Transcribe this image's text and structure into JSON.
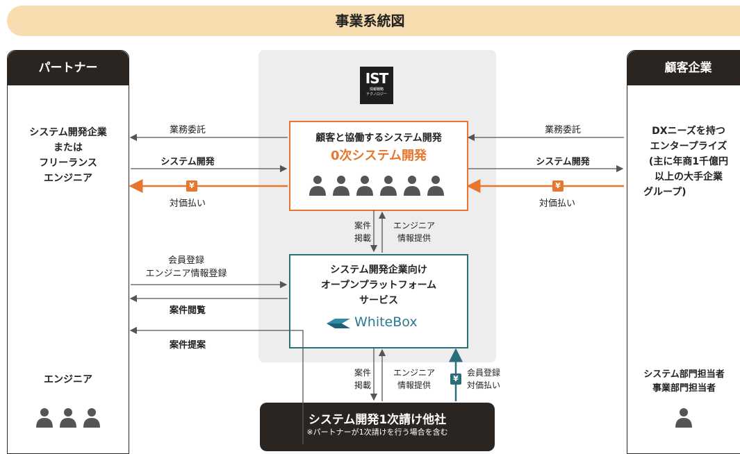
{
  "header": {
    "title": "事業系統図"
  },
  "partner": {
    "heading": "パートナー",
    "company_lines": [
      "システム開発企業",
      "または",
      "フリーランス",
      "エンジニア"
    ],
    "engineer_label": "エンジニア"
  },
  "client": {
    "heading": "顧客企業",
    "desc_lines": [
      "DXニーズを持つ",
      "エンタープライズ",
      "(主に年商1千億円",
      "以上の大手企業",
      "グループ)"
    ],
    "contact_lines": [
      "システム部門担当者",
      "事業部門担当者"
    ]
  },
  "ist_logo": {
    "big": "IST",
    "small_lines": [
      "情報戦略",
      "テクノロジー"
    ]
  },
  "core_box": {
    "line1": "顧客と協働するシステム開発",
    "line2": "0次システム開発"
  },
  "whitebox_box": {
    "lines": [
      "システム開発企業向け",
      "オープンプラットフォーム",
      "サービス"
    ],
    "brand": "WhiteBox"
  },
  "subcontractor": {
    "line1": "システム開発1次請け他社",
    "line2": "※パートナーが1次請けを行う場合を含む"
  },
  "flows": {
    "left_outsource": "業務委託",
    "left_dev": "システム開発",
    "left_pay": "対価払い",
    "right_outsource": "業務委託",
    "right_dev": "システム開発",
    "right_pay": "対価払い",
    "mid_posting": [
      "案件",
      "掲載"
    ],
    "mid_engineer_info": [
      "エンジニア",
      "情報提供"
    ],
    "register": [
      "会員登録",
      "エンジニア情報登録"
    ],
    "browse": "案件閲覧",
    "proposal": "案件提案",
    "bottom_posting": [
      "案件",
      "掲載"
    ],
    "bottom_engineer_info": [
      "エンジニア",
      "情報提供"
    ],
    "bottom_member": [
      "会員登録",
      "対価払い"
    ],
    "yen": "¥"
  },
  "colors": {
    "orange": "#e8752c",
    "teal": "#2a6e7a",
    "dark": "#2b2522",
    "beige": "#f6dcae",
    "gray": "#555555"
  }
}
